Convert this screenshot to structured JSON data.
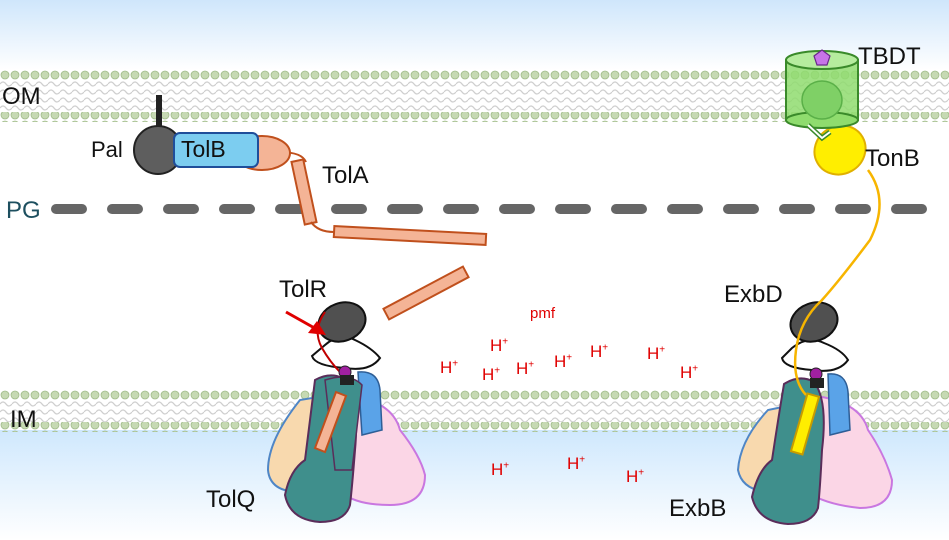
{
  "labels": {
    "om": "OM",
    "pg": "PG",
    "im": "IM",
    "pal": "Pal",
    "tolb": "TolB",
    "tola": "TolA",
    "tolr": "TolR",
    "tolq": "TolQ",
    "tbdt": "TBDT",
    "tonb": "TonB",
    "exbd": "ExbD",
    "exbb": "ExbB",
    "pmf": "pmf"
  },
  "proton": {
    "base": "H",
    "charge": "+"
  },
  "colors": {
    "periplasm_blue": "#dcefff",
    "lipid_head": "#b7cfa3",
    "pg_dash": "#666666",
    "tola_fill": "#f4b496",
    "tola_stroke": "#c0501d",
    "tolb_fill": "#7ccdf0",
    "pal_fill": "#5e5e5e",
    "tbdt_fill": "#8fdc6e",
    "tonb_fill": "#ffee00",
    "tonb_line": "#f7b500",
    "tolq_teal": "#3f8f8c",
    "tolq_pink": "#fbd6e6",
    "tolq_peach": "#f8d9ae",
    "tolq_blue": "#5aa3e8",
    "proton_red": "#e00000"
  }
}
